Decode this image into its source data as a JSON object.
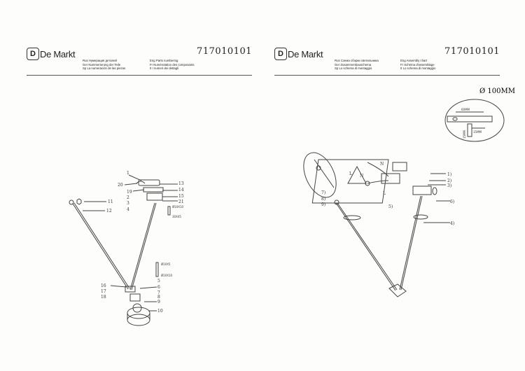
{
  "brand": "De Markt",
  "left": {
    "article": "717010101",
    "titles": {
      "rus": "Rus Нумерация деталей",
      "ger": "Ger Nummerierung der Teile",
      "sp": "Sp La numeración de las piezas",
      "eng": "Eng Parts numbering",
      "fr": "Fr Numérotation des composants",
      "it": "It I numeri dei dettagli"
    },
    "part_labels": [
      "1",
      "20",
      "19",
      "2",
      "3",
      "4",
      "13",
      "14",
      "15",
      "21",
      "11",
      "12",
      "16",
      "17",
      "18",
      "5",
      "6",
      "7",
      "8",
      "9",
      "10"
    ],
    "part_codes": [
      "Ø10X10",
      "30X45",
      "Ø10X5",
      "Ø10X10"
    ]
  },
  "right": {
    "article": "717010101",
    "titles": {
      "rus": "Rus Схема сборки светильника",
      "ger": "Ger Zusammenbauschema",
      "sp": "Sp Lo schema di montaggio",
      "eng": "Eng Assembly chart",
      "fr": "Fr Schéma d'assemblage",
      "it": "It Lo schema di montaggio"
    },
    "diameter": "Ø 100MM",
    "dim_width": "60MM",
    "dim_height": "15MM",
    "dim_depth": "15MM",
    "wire_labels": [
      "N",
      "L",
      "N",
      "L"
    ],
    "step_labels": [
      "1)",
      "2)",
      "3)",
      "4)",
      "5)",
      "6)",
      "7)",
      "8)",
      "9)"
    ]
  }
}
